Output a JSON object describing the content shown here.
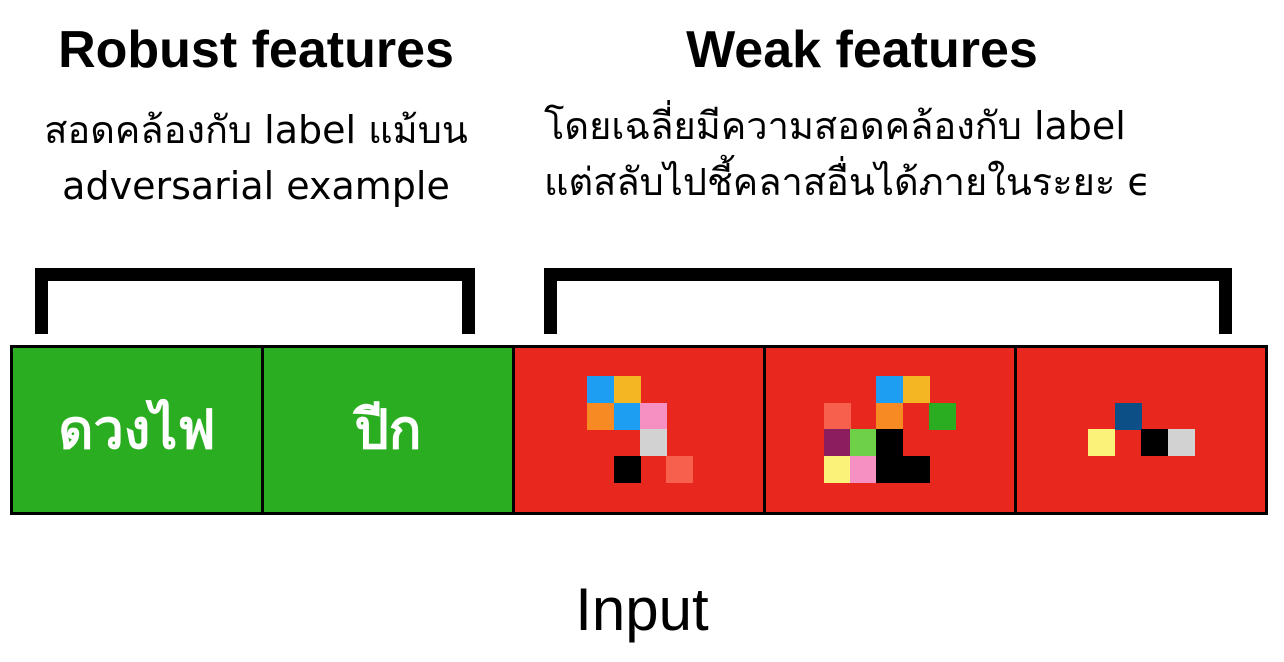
{
  "robust": {
    "title": "Robust features",
    "desc_lines": [
      "สอดคล้องกับ label แม้บน",
      "adversarial example"
    ]
  },
  "weak": {
    "title": "Weak features",
    "desc_lines": [
      "โดยเฉลี่ยมีความสอดคล้องกับ label",
      "แต่สลับไปชี้คลาสอื่นได้ภายในระยะ ϵ"
    ]
  },
  "colors": {
    "robust_fill": "#2aad20",
    "weak_fill": "#e8281e",
    "border": "#000000",
    "pixel_palette": [
      "#1e9ef2",
      "#f5b624",
      "#f78a22",
      "#f68fc2",
      "#d2d2d2",
      "#000000",
      "#f6604c",
      "#2aad20",
      "#8c1d5e",
      "#6ed048",
      "#fbf27a",
      "#0b4f86"
    ]
  },
  "input_strip": {
    "cells": [
      {
        "kind": "robust",
        "label": "ดวงไฟ"
      },
      {
        "kind": "robust",
        "label": "ปีก"
      },
      {
        "kind": "weak",
        "pattern": "pattern-1"
      },
      {
        "kind": "weak",
        "pattern": "pattern-2"
      },
      {
        "kind": "weak",
        "pattern": "pattern-3"
      }
    ]
  },
  "input_label": "Input"
}
